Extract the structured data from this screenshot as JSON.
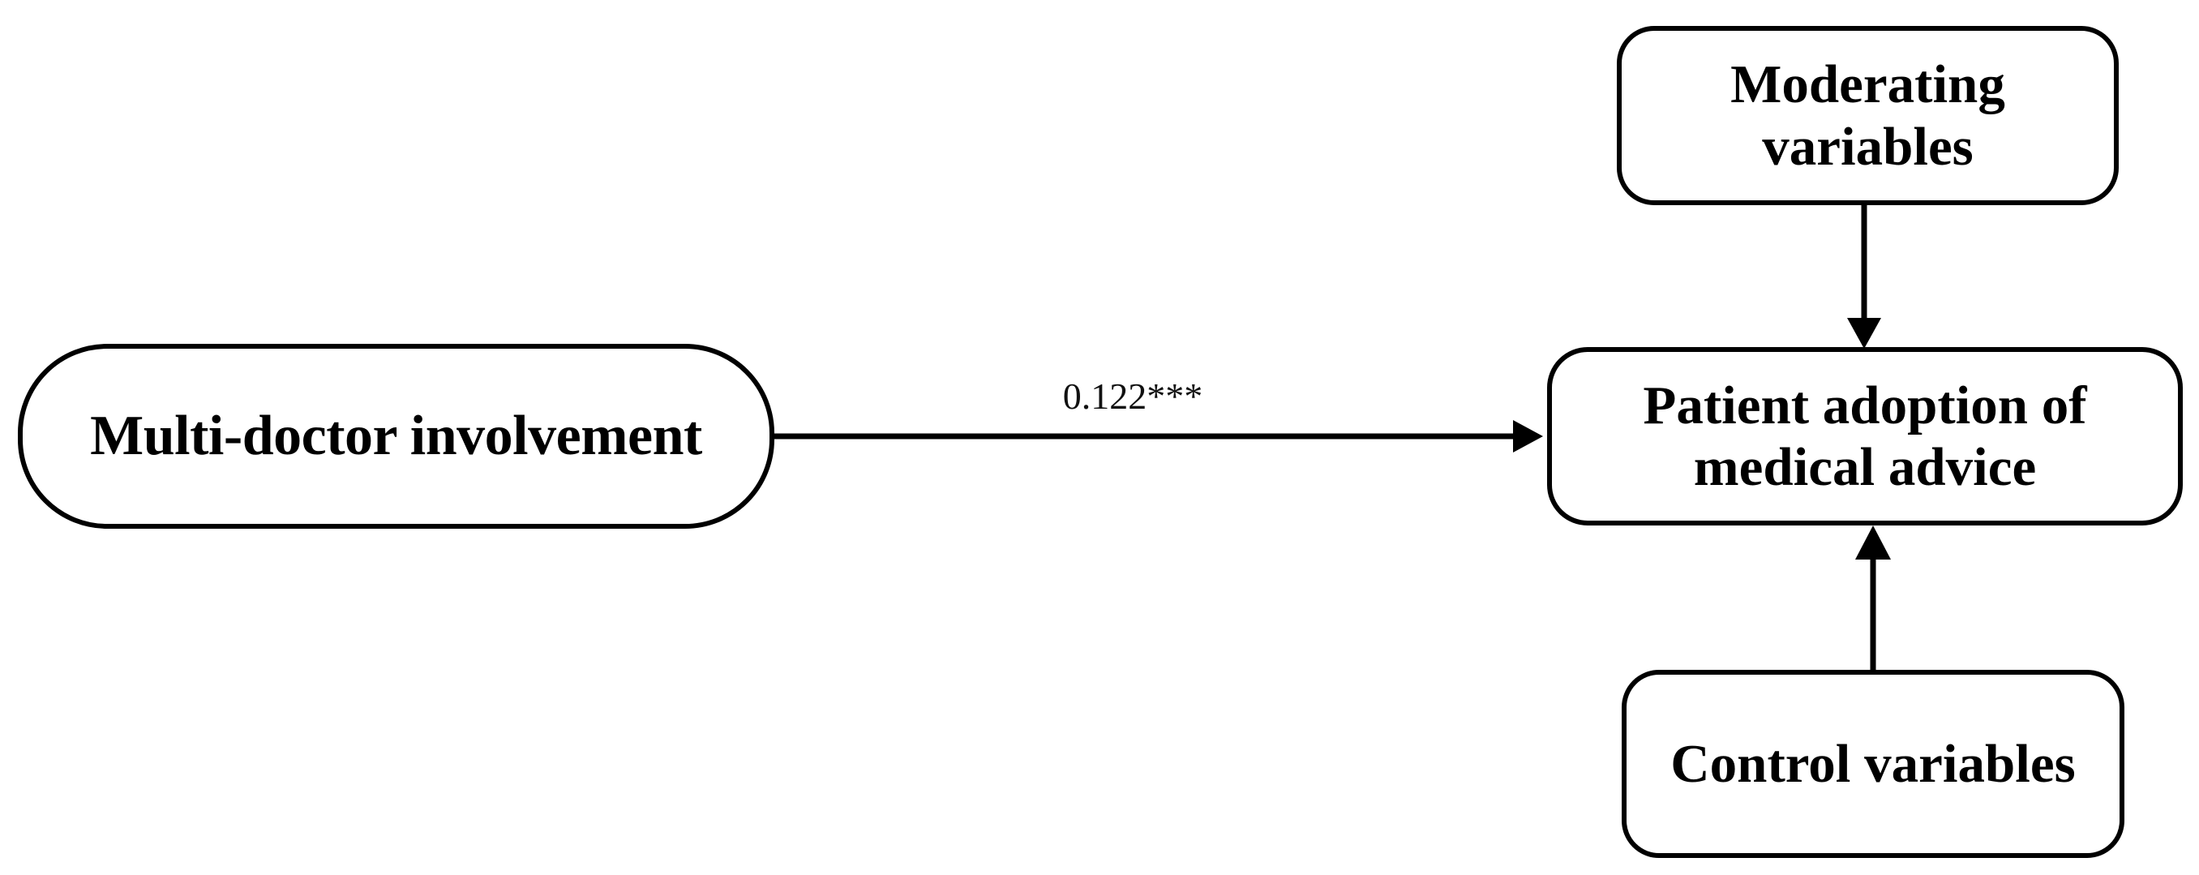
{
  "diagram": {
    "type": "conceptual-research-model",
    "background_color": "#ffffff",
    "line_color": "#000000",
    "text_color": "#000000",
    "nodes": [
      {
        "id": "predictor",
        "label": "Multi-doctor involvement",
        "shape": "rounded-rectangle"
      },
      {
        "id": "outcome",
        "label": "Patient adoption of\nmedical advice",
        "shape": "rounded-rectangle"
      },
      {
        "id": "moderator",
        "label": "Moderating\nvariables",
        "shape": "rounded-rectangle"
      },
      {
        "id": "control",
        "label": "Control variables",
        "shape": "rounded-rectangle"
      }
    ],
    "edges": [
      {
        "id": "main-path",
        "from": "predictor",
        "to": "outcome",
        "direction": "left-to-right",
        "label": "0.122***"
      },
      {
        "id": "moderation-path",
        "from": "moderator",
        "to": "outcome",
        "direction": "top-to-bottom",
        "label": ""
      },
      {
        "id": "control-path",
        "from": "control",
        "to": "outcome",
        "direction": "bottom-to-top",
        "label": ""
      }
    ]
  }
}
